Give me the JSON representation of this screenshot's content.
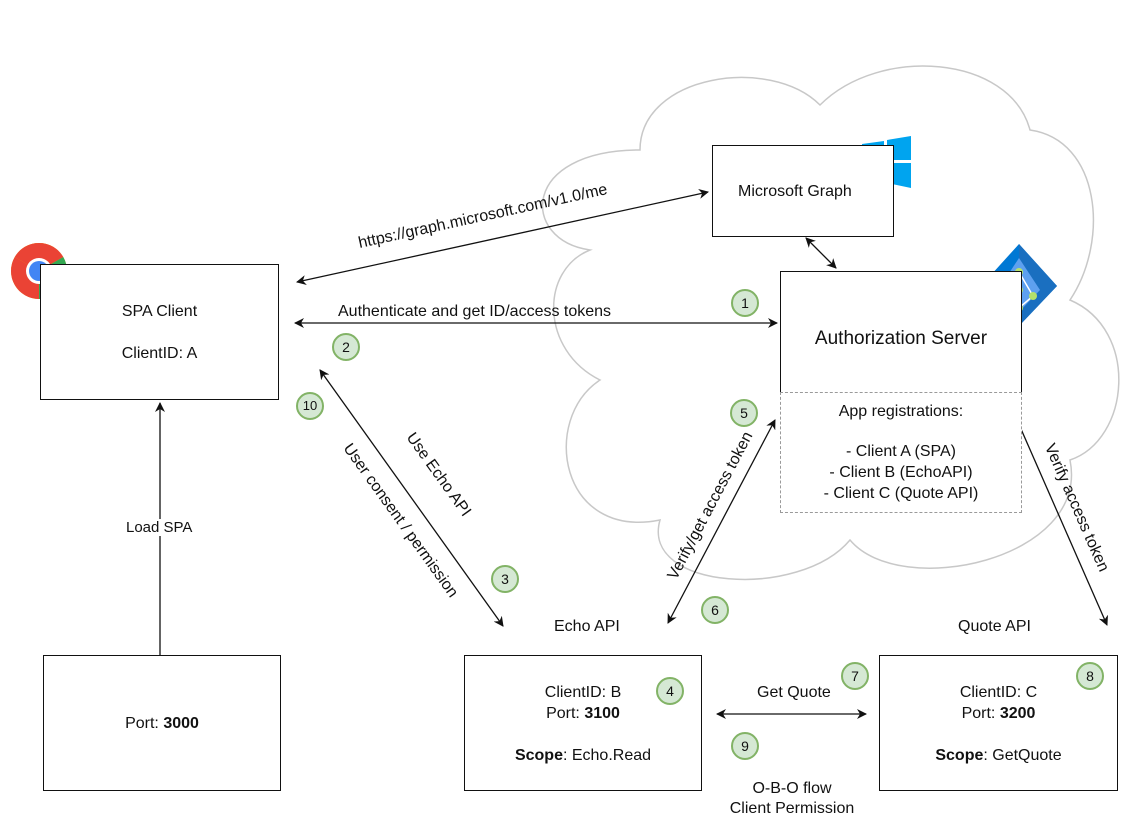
{
  "nodes": {
    "spa_client": {
      "title": "SPA Client",
      "client_id": "ClientID: A"
    },
    "spa_host": {
      "port_label": "Port: ",
      "port_value": "3000"
    },
    "microsoft_graph": {
      "title": "Microsoft Graph"
    },
    "auth_server": {
      "title": "Authorization Server",
      "registrations_title": "App registrations:",
      "registrations": [
        "- Client A (SPA)",
        "- Client B (EchoAPI)",
        "- Client C (Quote API)"
      ]
    },
    "echo_api": {
      "title": "Echo API",
      "client_id": "ClientID: B",
      "port_label": "Port: ",
      "port_value": "3100",
      "scope_label": "Scope",
      "scope_value": ": Echo.Read"
    },
    "quote_api": {
      "title": "Quote API",
      "client_id": "ClientID: C",
      "port_label": "Port: ",
      "port_value": "3200",
      "scope_label": "Scope",
      "scope_value": ": GetQuote"
    }
  },
  "edges": {
    "graph_url": "https://graph.microsoft.com/v1.0/me",
    "authenticate": "Authenticate and get ID/access tokens",
    "load_spa": "Load SPA",
    "use_echo_api": "Use Echo API",
    "user_consent": "User consent / permission",
    "verify_get_token": "Verify/get access token",
    "verify_token": "Verify access token",
    "get_quote": "Get Quote",
    "obo_line1": "O-B-O flow",
    "obo_line2": "Client Permission"
  },
  "steps": [
    "1",
    "2",
    "3",
    "4",
    "5",
    "6",
    "7",
    "8",
    "9",
    "10"
  ],
  "colors": {
    "badge_fill": "#d5e8d4",
    "badge_border": "#82b366",
    "cloud_outline": "#c8c8c8",
    "windows_blue": "#00a4ef",
    "azure_blue": "#0078d4"
  },
  "icons": [
    "chrome-icon",
    "windows-logo-icon",
    "azure-ad-icon"
  ]
}
